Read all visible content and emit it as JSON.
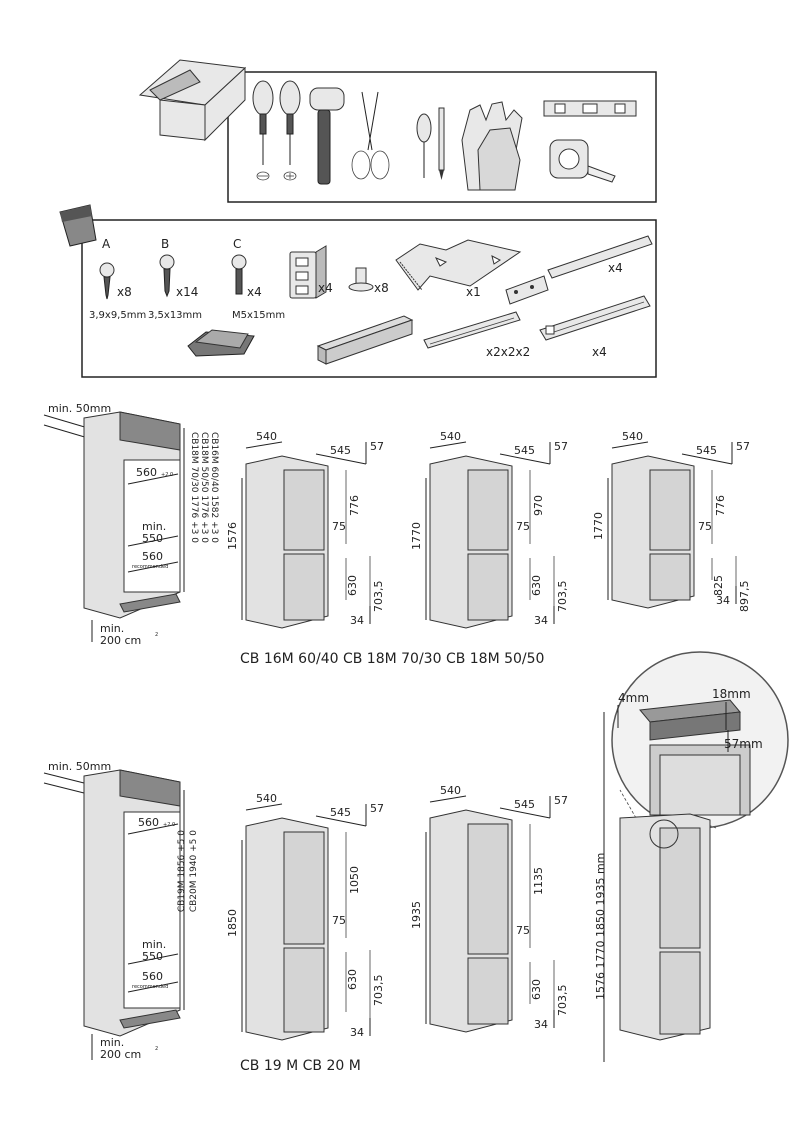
{
  "tools_section": {
    "icons": [
      "toolbox-icon",
      "screwdriver-flat-icon",
      "screwdriver-cross-icon",
      "mallet-icon",
      "scissors-icon",
      "awl-icon",
      "pencil-icon",
      "gloves-icon",
      "spirit-level-icon",
      "tape-measure-icon"
    ]
  },
  "parts_section": {
    "bag_icon": "parts-bag-icon",
    "screws": [
      {
        "letter": "A",
        "qty": "x8",
        "size": "3,9x9,5mm"
      },
      {
        "letter": "B",
        "qty": "x14",
        "size": "3,5x13mm"
      },
      {
        "letter": "C",
        "qty": "x4",
        "size": "M5x15mm"
      }
    ],
    "bracket_qty": "x4",
    "plug_qty": "x8",
    "template_qty": "x1",
    "rail_qty": "x4",
    "slide_qty": "x2x2x2",
    "slide2_qty": "x4"
  },
  "niche_top": {
    "min_gap": "min. 50mm",
    "width_560_a": "560",
    "width_560_a_tol": "+2 0",
    "min_550": "min.",
    "val_550": "550",
    "width_560_b": "560",
    "recommended": "recommended",
    "vent_min": "min.",
    "vent_area": "200 cm",
    "vent_sup": "2",
    "heights": [
      "CB18M 70/30 1776 +3 0",
      "CB18M 50/50 1776 +3 0",
      "CB16M 60/40 1582 +3 0"
    ]
  },
  "fridges_top": [
    {
      "w": "540",
      "d": "545",
      "gap": "57",
      "h": "1576",
      "upper": "776",
      "mid": "75",
      "lower": "630",
      "lower_total": "703,5",
      "bottom": "34"
    },
    {
      "w": "540",
      "d": "545",
      "gap": "57",
      "h": "1770",
      "upper": "970",
      "mid": "75",
      "lower": "630",
      "lower_total": "703,5",
      "bottom": "34"
    },
    {
      "w": "540",
      "d": "545",
      "gap": "57",
      "h": "1770",
      "upper": "776",
      "mid": "75",
      "lower": "825",
      "lower_total": "897,5",
      "bottom": "34"
    }
  ],
  "caption_top": "CB 16M 60/40 CB 18M 70/30 CB 18M 50/50",
  "niche_bottom": {
    "min_gap": "min. 50mm",
    "width_560_a": "560",
    "width_560_a_tol": "+2 0",
    "min_550": "min.",
    "val_550": "550",
    "width_560_b": "560",
    "recommended": "recommended",
    "vent_min": "min.",
    "vent_area": "200 cm",
    "vent_sup": "2",
    "heights": [
      "CB19M 1856 +5 0",
      "CB20M 1940 +5 0"
    ]
  },
  "fridges_bottom": [
    {
      "w": "540",
      "d": "545",
      "gap": "57",
      "h": "1850",
      "upper": "1050",
      "mid": "75",
      "lower": "630",
      "lower_total": "703,5",
      "bottom": "34"
    },
    {
      "w": "540",
      "d": "545",
      "gap": "57",
      "h": "1935",
      "upper": "1135",
      "mid": "75",
      "lower": "630",
      "lower_total": "703,5",
      "bottom": "34"
    }
  ],
  "caption_bottom": "CB 19 M CB 20 M",
  "detail": {
    "gap_top": "4mm",
    "panel": "18mm",
    "gap_side": "57mm",
    "heights": "1576 1770 1850 1935 mm"
  }
}
